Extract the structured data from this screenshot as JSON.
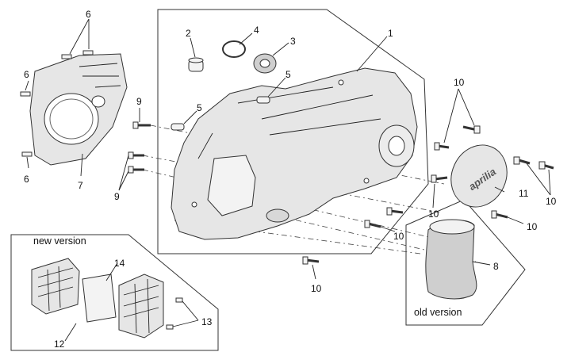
{
  "callouts": {
    "c1": "1",
    "c2": "2",
    "c3": "3",
    "c4": "4",
    "c5a": "5",
    "c5b": "5",
    "c6a": "6",
    "c6b": "6",
    "c6c": "6",
    "c7": "7",
    "c8": "8",
    "c9a": "9",
    "c9b": "9",
    "c10a": "10",
    "c10b": "10",
    "c10c": "10",
    "c10d": "10",
    "c10e": "10",
    "c10f": "10",
    "c11": "11",
    "c12": "12",
    "c13": "13",
    "c14": "14"
  },
  "captions": {
    "new_version": "new version",
    "old_version": "old version"
  },
  "logo_text": "aprilia"
}
